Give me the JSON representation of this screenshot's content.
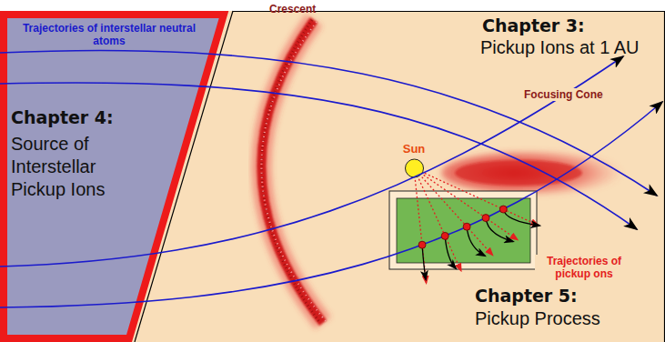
{
  "diagram": {
    "nodes": [
      {
        "text": [
          "Chapter 4:",
          "Source of Interstellar Pickup Ions"
        ]
      },
      {
        "text": [
          "Sun"
        ]
      }
    ],
    "labels": [
      "Trajectories of interstellar neutral atoms",
      "Crescent",
      "Chapter 3:",
      "Pickup Ions at 1 AU",
      "Focusing Cone",
      "Trajectories of pickup ons",
      "Chapter 5:",
      "Pickup Process"
    ]
  }
}
